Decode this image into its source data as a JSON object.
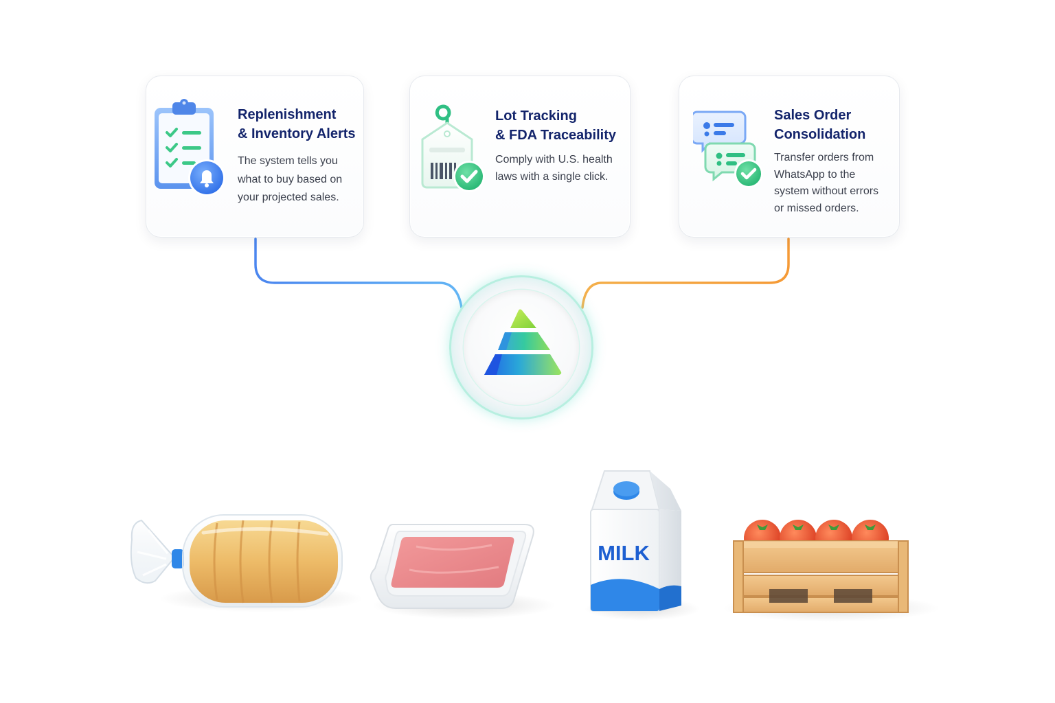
{
  "features": [
    {
      "title_lines": [
        "Replenishment",
        "& Inventory Alerts"
      ],
      "text_lines": [
        "The system tells you",
        "what to buy based on",
        "your projected sales."
      ],
      "icon": "clipboard-bell-icon",
      "connector_color": "#4f8ff0"
    },
    {
      "title_lines": [
        "Lot Tracking",
        "& FDA Traceability"
      ],
      "text_lines": [
        "Comply with U.S. health",
        "laws with a single click."
      ],
      "icon": "barcode-tag-check-icon",
      "connector_color": "#4fd88a"
    },
    {
      "title_lines": [
        "Sales Order",
        "Consolidation"
      ],
      "text_lines": [
        "Transfer orders from",
        "WhatsApp to the",
        "system without errors",
        "or missed orders."
      ],
      "icon": "chat-bubbles-check-icon",
      "connector_color": "#f5a23c"
    }
  ],
  "hub": {
    "icon": "layered-triangle-logo-icon"
  },
  "products": [
    {
      "name": "bread-loaf",
      "label": ""
    },
    {
      "name": "meat-tray",
      "label": ""
    },
    {
      "name": "milk-carton",
      "label": "MILK"
    },
    {
      "name": "tomato-crate",
      "label": ""
    }
  ],
  "colors": {
    "title": "#13246b",
    "body_text": "#3a3f4c",
    "accent_blue": "#3b82f6",
    "accent_green": "#34d399",
    "accent_orange": "#f5a23c"
  }
}
